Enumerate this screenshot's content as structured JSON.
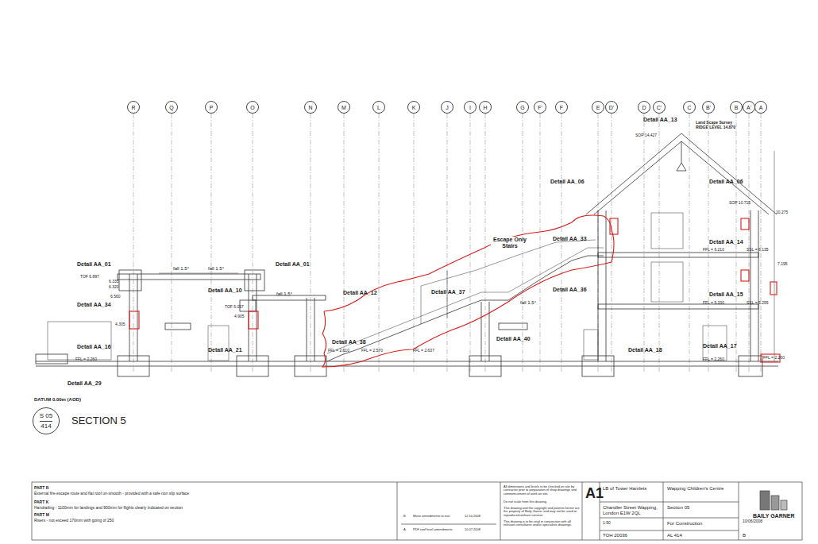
{
  "diagram": {
    "title": "SECTION 5",
    "nodes": [
      {
        "text": [
          "R"
        ]
      },
      {
        "text": [
          "Q"
        ]
      },
      {
        "text": [
          "P"
        ]
      },
      {
        "text": [
          "O"
        ]
      },
      {
        "text": [
          "N"
        ]
      },
      {
        "text": [
          "M"
        ]
      },
      {
        "text": [
          "L"
        ]
      },
      {
        "text": [
          "K"
        ]
      },
      {
        "text": [
          "J"
        ]
      },
      {
        "text": [
          "I"
        ]
      },
      {
        "text": [
          "H"
        ]
      },
      {
        "text": [
          "G"
        ]
      },
      {
        "text": [
          "F'"
        ]
      },
      {
        "text": [
          "F"
        ]
      },
      {
        "text": [
          "E"
        ]
      },
      {
        "text": [
          "D'"
        ]
      },
      {
        "text": [
          "D"
        ]
      },
      {
        "text": [
          "C'"
        ]
      },
      {
        "text": [
          "C"
        ]
      },
      {
        "text": [
          "B'"
        ]
      },
      {
        "text": [
          "B"
        ]
      },
      {
        "text": [
          "A'"
        ]
      },
      {
        "text": [
          "A"
        ]
      },
      {
        "text": [
          "S 05",
          "414"
        ]
      }
    ],
    "edges": [],
    "labels": [
      "Detail AA_13",
      "Land Scape Survey",
      "RIDGE LEVEL 14.870",
      "SOP 14.427",
      "Detail AA_06",
      "Detail AA_06",
      "SOP 10.715",
      "10.275",
      "Escape Only Stairs",
      "Detail AA_33",
      "Detail AA_14",
      "FFL = 6.210",
      "SSL = 6.135",
      "7.195",
      "Detail AA_01",
      "Detail AA_01",
      "fall 1.5°",
      "fall 1.5°",
      "TOF 6.897",
      "6.335",
      "6.320",
      "6.560",
      "Detail AA_10",
      "Detail AA_12",
      "fall 1.5°",
      "Detail AA_37",
      "Detail AA_34",
      "Detail AA_36",
      "fall 1.5°",
      "Detail AA_15",
      "FFL = 5.330",
      "SSL = 5.255",
      "TOF 5.057",
      "4.905",
      "4.305",
      "Detail AA_16",
      "Detail AA_21",
      "Detail AA_38",
      "FFL = 2.610",
      "FFL = 2.570",
      "FFL = 2.637",
      "Detail AA_40",
      "Detail AA_18",
      "Detail AA_17",
      "FFL = 2.260",
      "FFL = 2.260",
      "FFL = 2.260",
      "Detail AA_29",
      "DATUM 0.00m (AOD)",
      "PART B",
      "External fire escape route and flat roof un-smooth - provided with a safe non slip surface",
      "PART K",
      "Handrailing - 1100mm for landings and 900mm for flights clearly indicated on section",
      "PART M",
      "Risers - not exceed 170mm with going of 250",
      "B",
      "Minor amendments to text",
      "A",
      "PDF roof level amendments",
      "12.10.2008",
      "10.07.2008",
      "All dimensions and levels to be checked on site by contractor prior to preparation of shop drawings and commencement of work on site.",
      "Do not scale from this drawing.",
      "This drawing and the copyright and patents herein are the property of Baily Garner and may not be used or reproduced without consent.",
      "This drawing is to be read in conjunction with all relevant consultants and/or specialists drawings.",
      "A1",
      "LB of Tower Hamlets",
      "Chandler Street Wapping, London E1W 2QL",
      "Wapping Children's Centre",
      "Section 05",
      "For Construction",
      "1:50",
      "10/06/2008",
      "TOH 20036",
      "AL 414",
      "B",
      "BAILY GARNER"
    ]
  }
}
